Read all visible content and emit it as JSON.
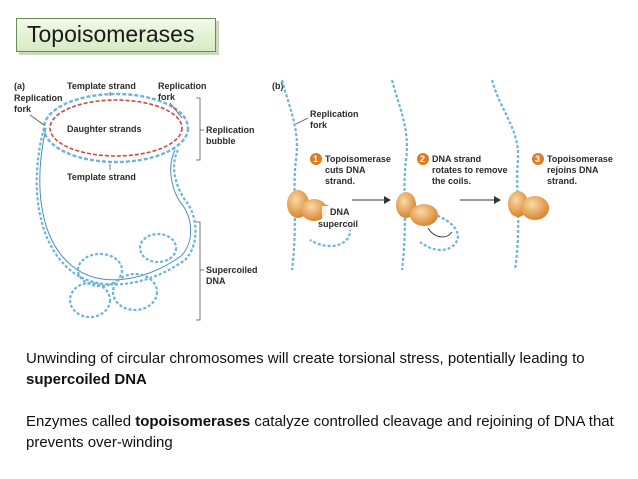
{
  "title": "Topoisomerases",
  "panel_a": {
    "tag": "(a)",
    "replication_fork_left": [
      "Replication",
      "fork"
    ],
    "template_strand_top": "Template strand",
    "replication_fork_right": [
      "Replication",
      "fork"
    ],
    "daughter_strands": "Daughter strands",
    "replication_bubble": [
      "Replication",
      "bubble"
    ],
    "template_strand_bottom": "Template strand",
    "supercoiled_dna": [
      "Supercoiled",
      "DNA"
    ]
  },
  "panel_b": {
    "tag": "(b)",
    "replication_fork": [
      "Replication",
      "fork"
    ],
    "dna_supercoil": [
      "DNA",
      "supercoil"
    ],
    "steps": [
      {
        "num": "1",
        "lines": [
          "Topoisomerase",
          "cuts DNA",
          "strand."
        ]
      },
      {
        "num": "2",
        "lines": [
          "DNA strand",
          "rotates to remove",
          "the coils."
        ]
      },
      {
        "num": "3",
        "lines": [
          "Topoisomerase",
          "rejoins DNA",
          "strand."
        ]
      }
    ]
  },
  "paragraph1": {
    "text": "Unwinding of circular chromosomes will create torsional stress, potentially leading to ",
    "bold": "supercoiled DNA"
  },
  "paragraph2": {
    "pre": "Enzymes called ",
    "bold": "topoisomerases",
    "post": " catalyze controlled cleavage and rejoining of DNA that prevents over-winding"
  },
  "colors": {
    "dna": "#6cb4dc",
    "daughter": "#d8453e",
    "enzyme": "#e8a048",
    "step_badge": "#e07b22"
  }
}
